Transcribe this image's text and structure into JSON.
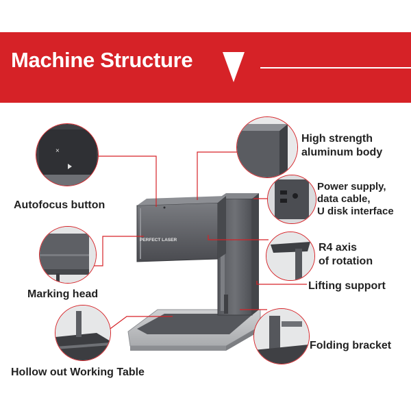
{
  "header": {
    "title": "Machine Structure"
  },
  "brand": {
    "device_logo": "PERFECT LASER"
  },
  "labels": {
    "high_strength_line1": "High strength",
    "high_strength_line2": "aluminum body",
    "power_line1": "Power supply,",
    "power_line2": "data cable,",
    "power_line3": "U disk interface",
    "autofocus": "Autofocus button",
    "r4_line1": "R4 axis",
    "r4_line2": "of rotation",
    "lifting": "Lifting support",
    "marking_head": "Marking head",
    "folding": "Folding bracket",
    "hollow": "Hollow out Working Table"
  },
  "colors": {
    "accent": "#d62227",
    "text": "#222222",
    "machine_dark": "#4a4b4f",
    "machine_mid": "#6e7075",
    "machine_light": "#9a9ca1"
  },
  "icons": {
    "header_marker": "down-triangle-icon"
  }
}
